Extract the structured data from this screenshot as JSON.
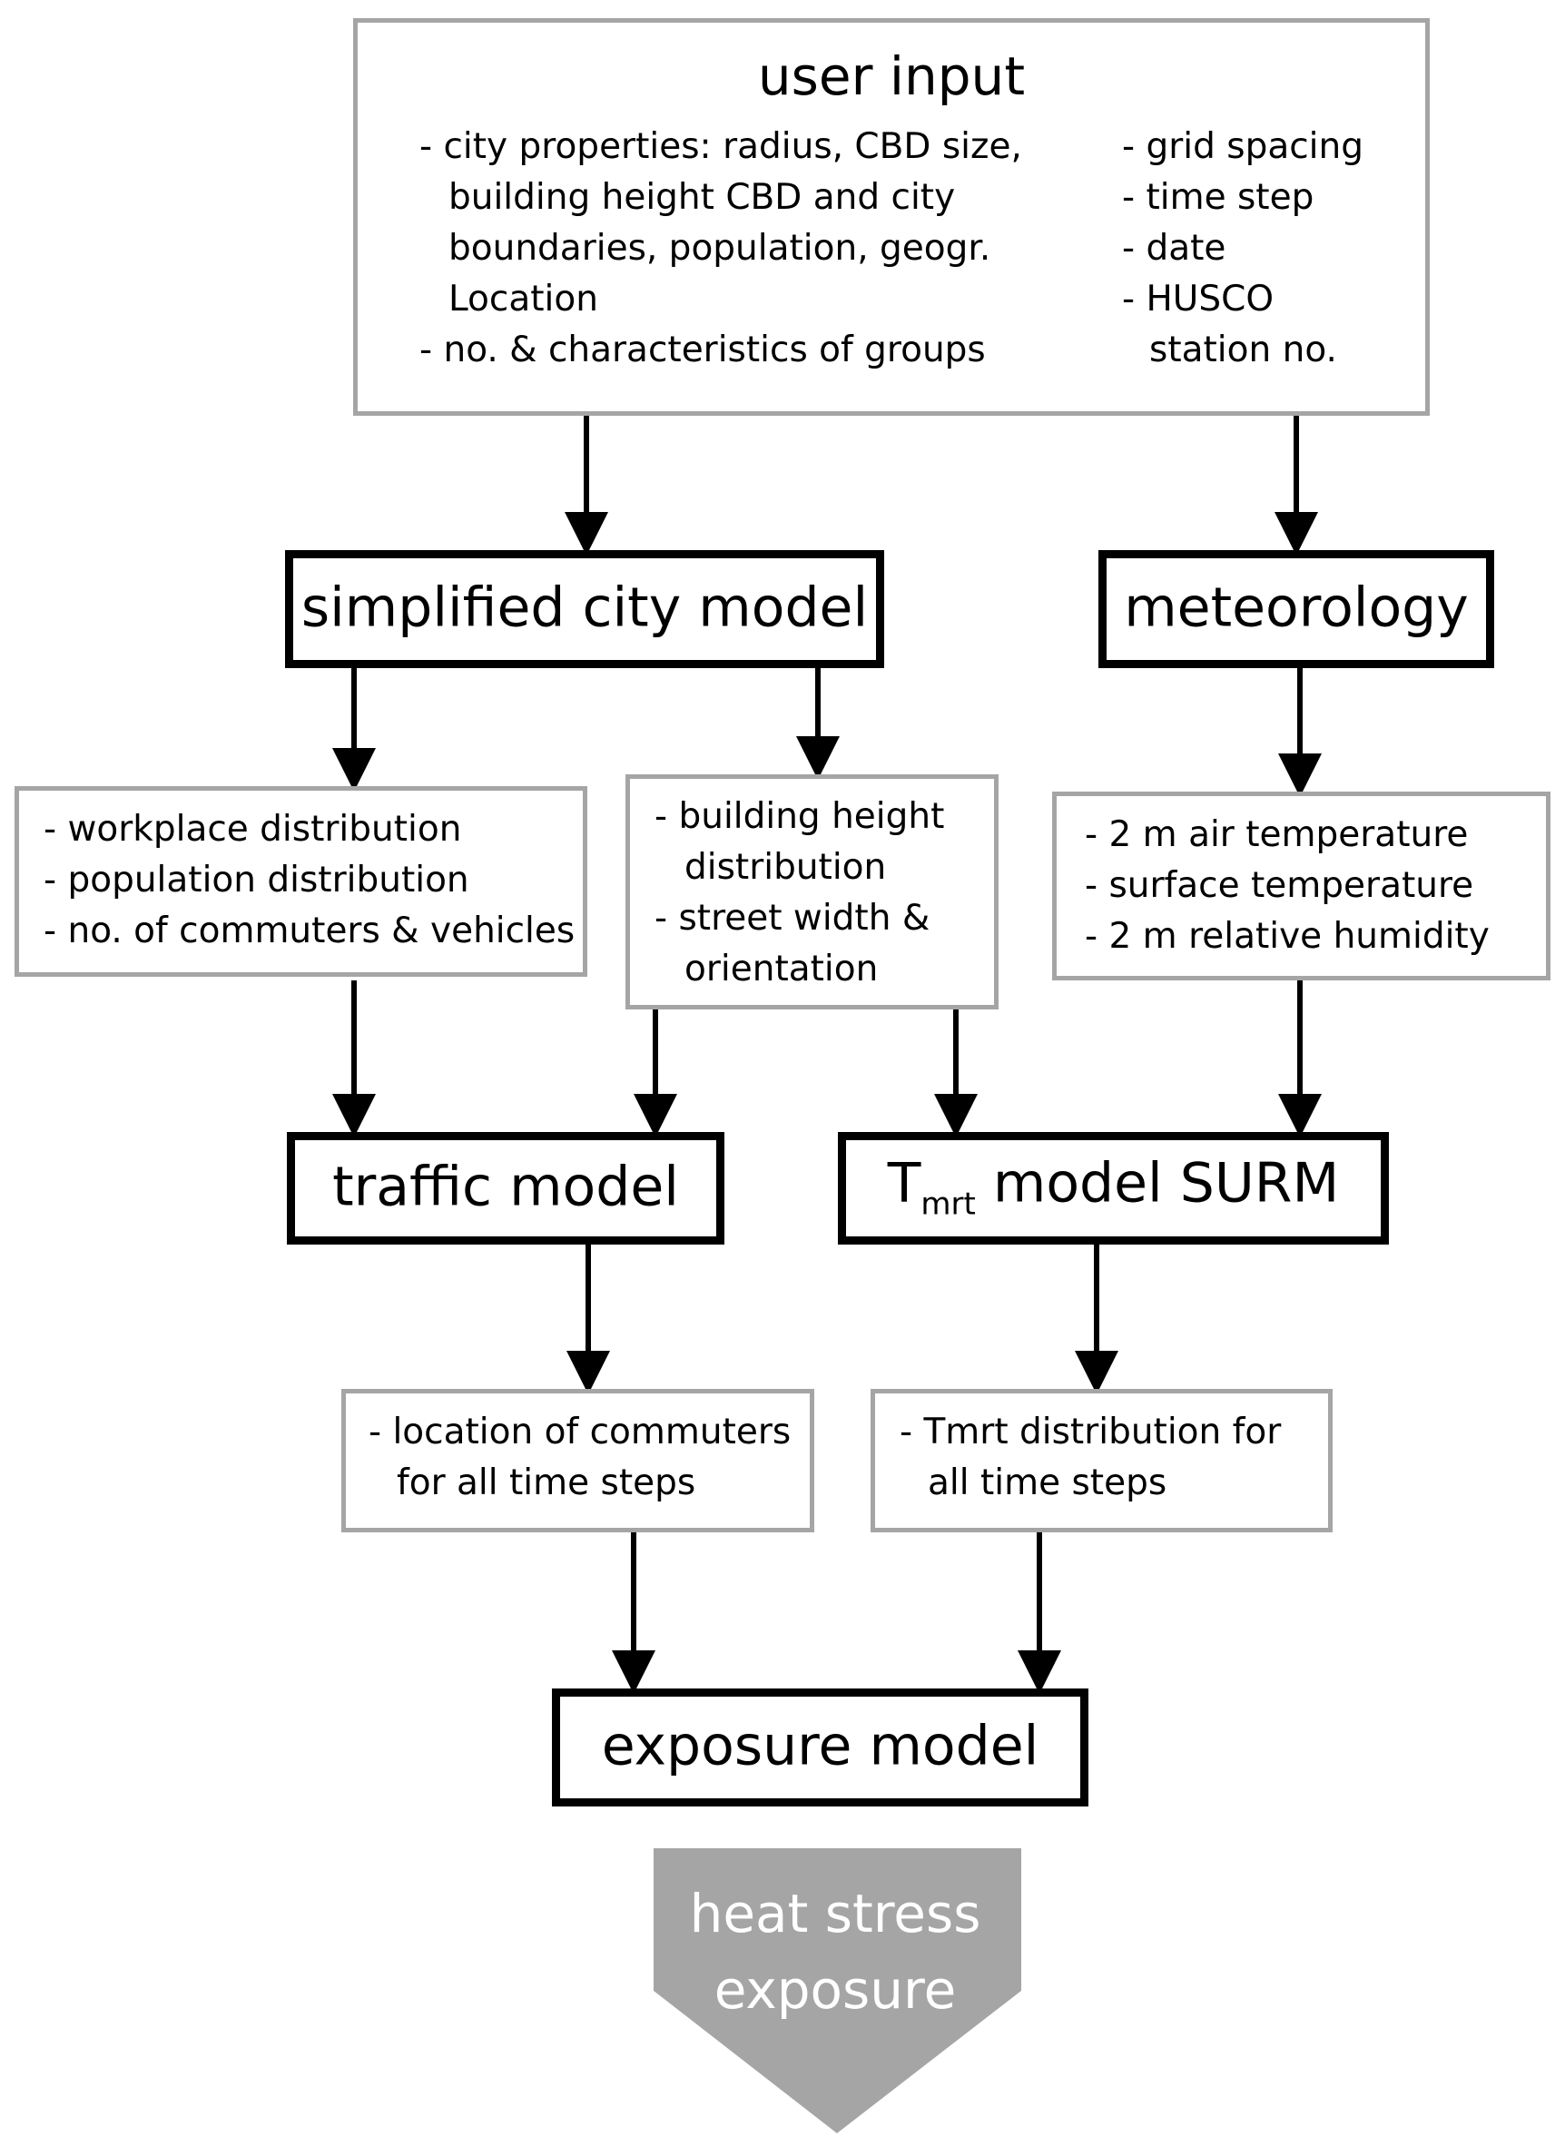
{
  "user_input": {
    "title": "user input",
    "left_items": [
      "- city properties: radius, CBD size,",
      "building height CBD and city",
      "boundaries,  population,  geogr.",
      "Location",
      "- no. & characteristics of groups"
    ],
    "right_items": [
      "- grid spacing",
      "- time step",
      "- date",
      "- HUSCO",
      "station no."
    ]
  },
  "simplified_city_model": {
    "title": "simplified city model"
  },
  "meteorology": {
    "title": "meteorology"
  },
  "city_outputs_left": {
    "items": [
      "- workplace distribution",
      "- population distribution",
      "- no. of commuters & vehicles"
    ]
  },
  "city_outputs_right": {
    "items": [
      "- building height",
      "distribution",
      "- street width &",
      "orientation"
    ]
  },
  "meteo_outputs": {
    "items": [
      "- 2 m air temperature",
      "- surface temperature",
      "- 2 m relative humidity"
    ]
  },
  "traffic_model": {
    "title": "traffic model"
  },
  "tmrt_model": {
    "symbol": "T",
    "subscript": "mrt",
    "rest": " model SURM"
  },
  "traffic_outputs": {
    "items": [
      "- location of commuters",
      "for all time steps"
    ]
  },
  "tmrt_outputs": {
    "items": [
      "- Tmrt distribution for",
      "all time steps"
    ]
  },
  "exposure_model": {
    "title": "exposure model"
  },
  "result": {
    "line1": "heat stress",
    "line2": "exposure"
  },
  "colors": {
    "thin_border": "#a5a5a5",
    "thick_border": "#000000",
    "result_fill": "#a5a5a5"
  }
}
